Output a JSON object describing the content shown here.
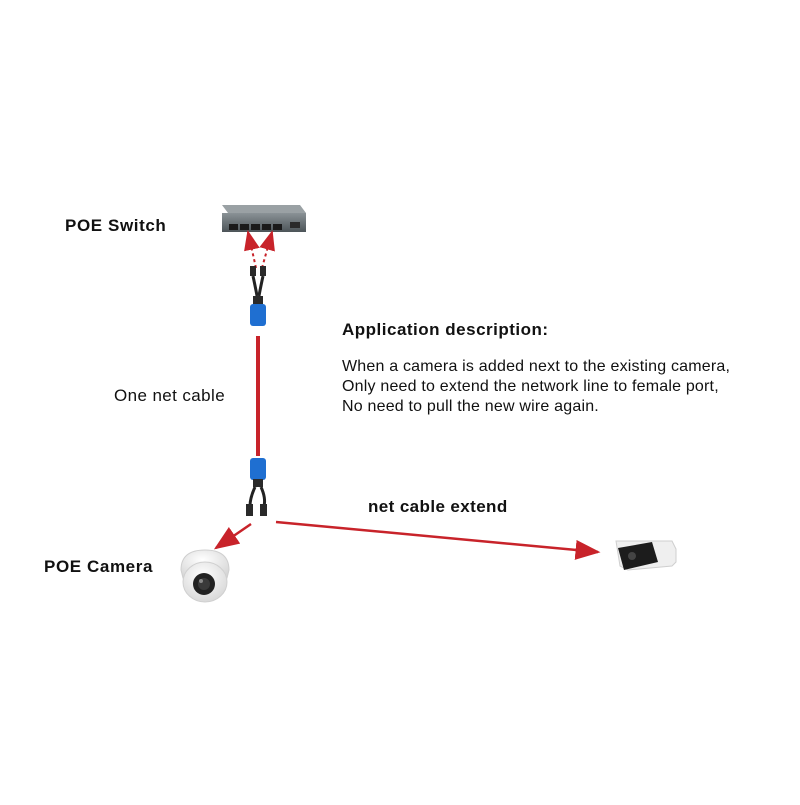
{
  "labels": {
    "poe_switch": "POE  Switch",
    "one_net_cable": "One net cable",
    "poe_camera": "POE  Camera",
    "net_cable_extend": "net cable  extend"
  },
  "application_description": {
    "title": "Application description:",
    "lines": [
      "When a camera is added next to the existing camera,",
      "Only need to extend the network line to female port,",
      "No need to pull the new wire again."
    ]
  },
  "colors": {
    "cable": "#c8232a",
    "arrow": "#c8232a",
    "connector": "#1f6fd1",
    "switch_body": "#5a6266",
    "camera_white": "#f2f2f2"
  },
  "icons": [
    "poe-switch-icon",
    "splitter-top-icon",
    "splitter-bottom-icon",
    "dome-camera-icon",
    "bullet-camera-icon"
  ]
}
